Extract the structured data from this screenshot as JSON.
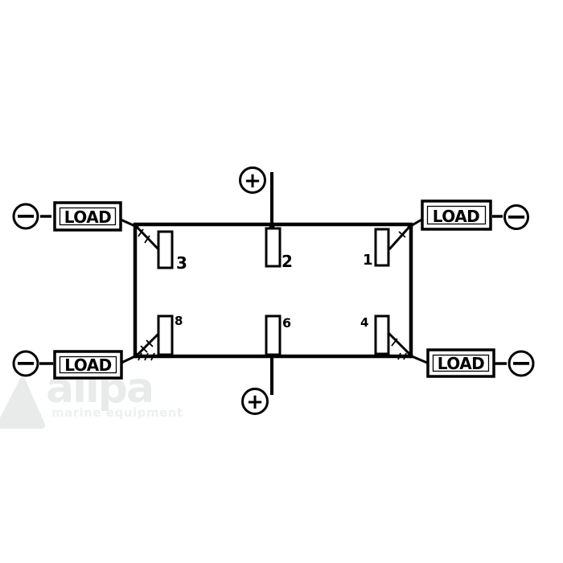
{
  "watermark": {
    "brand": "allpa",
    "tagline": "marine equipment"
  },
  "symbols": {
    "plus": "+",
    "minus": "−"
  },
  "load": {
    "label": "LOAD"
  },
  "switch": {
    "terminals": {
      "top_left": "3",
      "top_middle": "2",
      "top_right": "1",
      "bottom_left": "8",
      "bottom_middle": "6",
      "bottom_right": "4"
    }
  },
  "colors": {
    "line": "#000000",
    "background": "#ffffff",
    "watermark_gray": "#e9ebeb"
  }
}
